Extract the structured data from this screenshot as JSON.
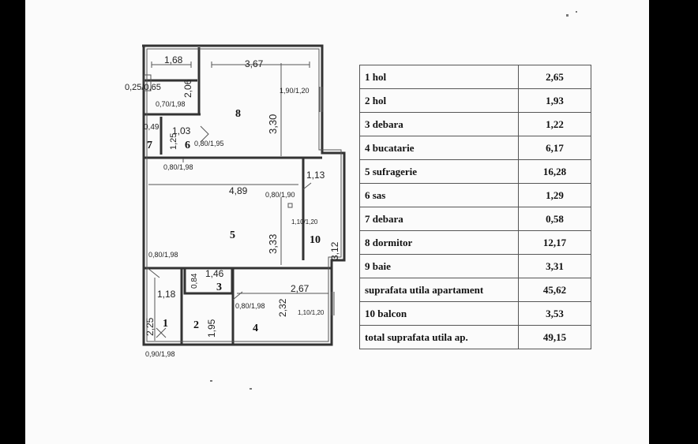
{
  "plan": {
    "rooms": [
      {
        "no": "8"
      },
      {
        "no": "5"
      },
      {
        "no": "10"
      },
      {
        "no": "3"
      },
      {
        "no": "4"
      },
      {
        "no": "1"
      },
      {
        "no": "2"
      },
      {
        "no": "6"
      },
      {
        "no": "7"
      }
    ],
    "dims": {
      "d168": "1,68",
      "d367": "3,67",
      "d025": "0,25/0,65",
      "d206": "2,06",
      "d070": "0,70/1,98",
      "d190": "1,90/1,20",
      "d330": "3,30",
      "d049": "0,49",
      "d103": "1,03",
      "d125": "1,25",
      "d080a": "0,80/1,95",
      "d080b": "0,80/1,98",
      "d113": "1,13",
      "d489": "4,89",
      "d080c": "0,80/1,90",
      "d110a": "1,10/1,20",
      "d333": "3,33",
      "d312": "3,12",
      "d080d": "0,80/1,98",
      "d084": "0,84",
      "d146": "1,46",
      "d267": "2,67",
      "d118": "1,18",
      "d080e": "0,80/1,98",
      "d110b": "1,10/1,20",
      "d232": "2,32",
      "d225": "2,25",
      "d195": "1,95",
      "d090": "0,90/1,98"
    }
  },
  "table": {
    "rows": [
      {
        "name": "1  hol",
        "area": "2,65"
      },
      {
        "name": "2  hol",
        "area": "1,93"
      },
      {
        "name": "3  debara",
        "area": "1,22"
      },
      {
        "name": "4  bucatarie",
        "area": "6,17"
      },
      {
        "name": "5  sufragerie",
        "area": "16,28"
      },
      {
        "name": "6  sas",
        "area": "1,29"
      },
      {
        "name": "7  debara",
        "area": "0,58"
      },
      {
        "name": "8  dormitor",
        "area": "12,17"
      },
      {
        "name": "9  baie",
        "area": "3,31"
      },
      {
        "name": "suprafata utila apartament",
        "area": "45,62"
      },
      {
        "name": "10  balcon",
        "area": "3,53"
      },
      {
        "name": "total suprafata utila ap.",
        "area": "49,15"
      }
    ]
  }
}
